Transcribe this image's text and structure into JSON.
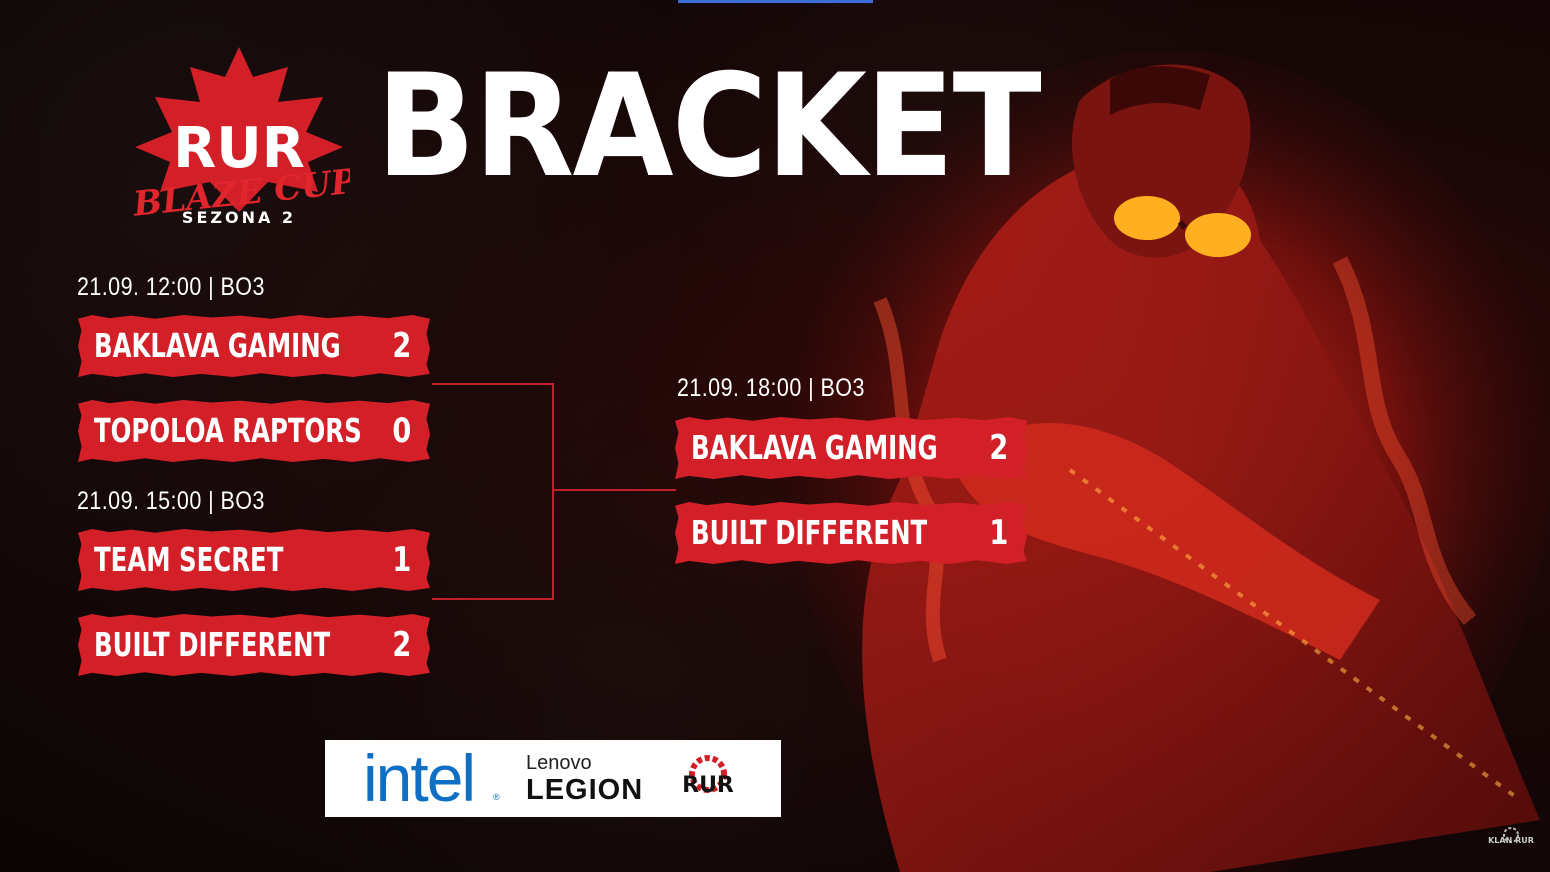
{
  "header": {
    "title": "BRACKET",
    "logo_text": "RUR",
    "logo_subtitle": "BLAZE CUP",
    "season": "SEZONA 2"
  },
  "bracket": {
    "semifinal_1": {
      "label": "21.09. 12:00 | BO3",
      "teams": [
        {
          "name": "BAKLAVA GAMING",
          "score": "2"
        },
        {
          "name": "TOPOLOA RAPTORS",
          "score": "0"
        }
      ]
    },
    "semifinal_2": {
      "label": "21.09. 15:00 | BO3",
      "teams": [
        {
          "name": "TEAM SECRET",
          "score": "1"
        },
        {
          "name": "BUILT DIFFERENT",
          "score": "2"
        }
      ]
    },
    "final": {
      "label": "21.09. 18:00 | BO3",
      "teams": [
        {
          "name": "BAKLAVA GAMING",
          "score": "2"
        },
        {
          "name": "BUILT DIFFERENT",
          "score": "1"
        }
      ]
    }
  },
  "sponsors": {
    "intel": "intel",
    "intel_mark": "®",
    "lenovo": "Lenovo",
    "legion": "LEGION",
    "rur": "RUR"
  },
  "watermark": "KLAN RUR",
  "colors": {
    "accent_red": "#d21f28",
    "background": "#120606",
    "intel_blue": "#0f6fc5"
  }
}
